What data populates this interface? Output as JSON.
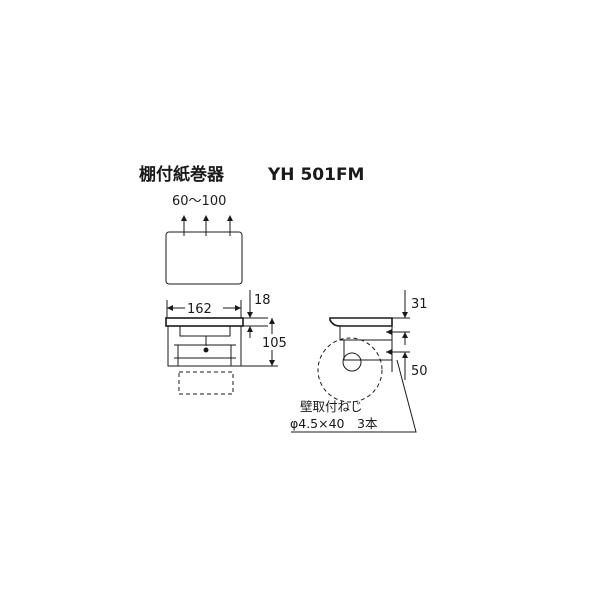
{
  "title": {
    "product_name": "棚付紙巻器",
    "model": "YH 501FM"
  },
  "dimensions": {
    "fixing_pitch": "60〜100",
    "width": "162",
    "shelf_thickness": "18",
    "height": "105",
    "side_top": "31",
    "side_bottom": "50"
  },
  "note": {
    "line1": "壁取付ねじ",
    "line2": "φ4.5×40　3本"
  }
}
